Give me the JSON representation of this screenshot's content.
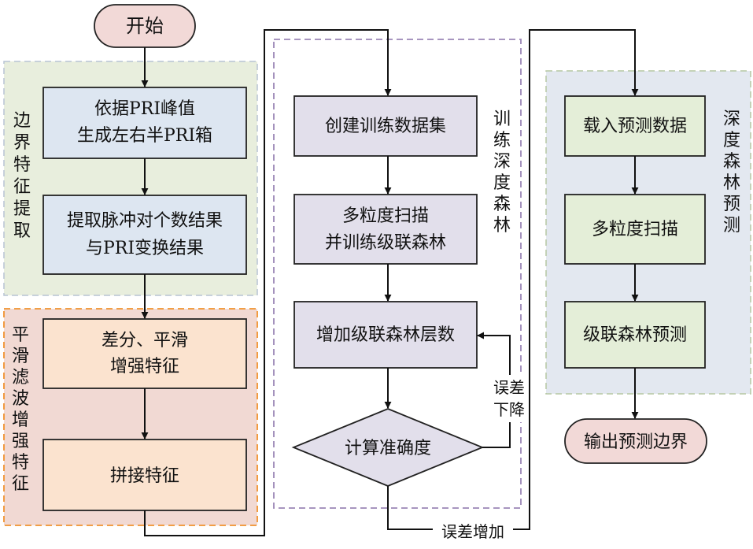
{
  "start": "开始",
  "end": "输出预测边界",
  "groups": {
    "boundary": {
      "label": [
        "边",
        "界",
        "特",
        "征",
        "提",
        "取"
      ],
      "steps": [
        [
          "依据PRI峰值",
          "生成左右半PRI箱"
        ],
        [
          "提取脉冲对个数结果",
          "与PRI变换结果"
        ]
      ]
    },
    "smoothing": {
      "label": [
        "平",
        "滑",
        "滤",
        "波",
        "增",
        "强",
        "特",
        "征"
      ],
      "steps": [
        [
          "差分、平滑",
          "增强特征"
        ],
        [
          "拼接特征"
        ]
      ]
    },
    "training": {
      "label": [
        "训",
        "练",
        "深",
        "度",
        "森",
        "林"
      ],
      "steps": [
        [
          "创建训练数据集"
        ],
        [
          "多粒度扫描",
          "并训练级联森林"
        ],
        [
          "增加级联森林层数"
        ]
      ],
      "decision": "计算准确度",
      "loop_label": [
        "误差",
        "下降"
      ],
      "exit_label": "误差增加"
    },
    "prediction": {
      "label": [
        "深",
        "度",
        "森",
        "林",
        "预",
        "测"
      ],
      "steps": [
        [
          "载入预测数据"
        ],
        [
          "多粒度扫描"
        ],
        [
          "级联森林预测"
        ]
      ]
    }
  },
  "colors": {
    "boundary_bg": "#e8eedd",
    "boundary_border": "#b7c4d4",
    "boundary_box": "#dde6f1",
    "smoothing_bg": "#f1d9d3",
    "smoothing_border": "#f0922e",
    "smoothing_box": "#fbe3cf",
    "training_border": "#9b86b6",
    "training_box": "#e2dfeb",
    "prediction_bg": "#e3e8f0",
    "prediction_border": "#b6c7a3",
    "prediction_box": "#e4eed8",
    "terminal_fill": "#f2d9d7"
  }
}
